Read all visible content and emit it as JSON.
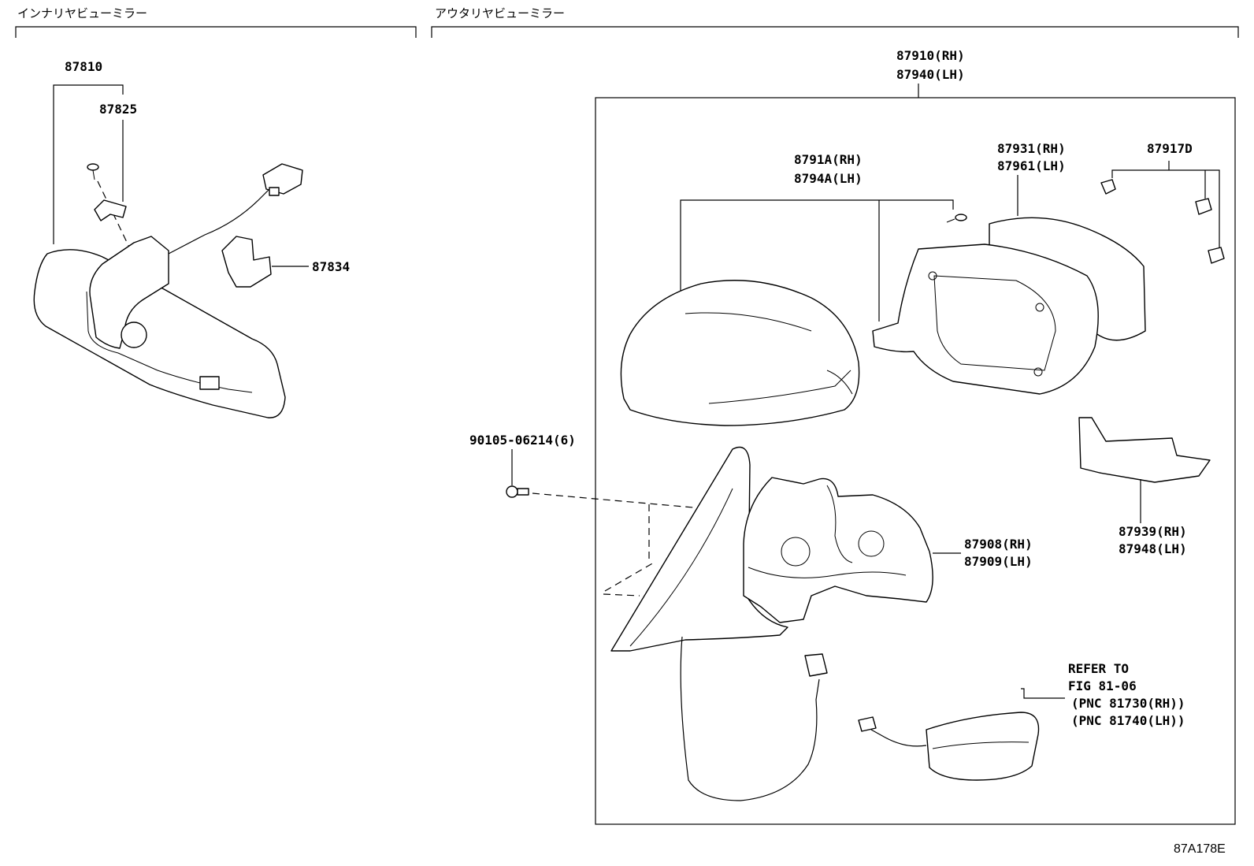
{
  "sections": {
    "inner": "インナリヤビューミラー",
    "outer": "アウタリヤビューミラー"
  },
  "parts": {
    "p87810": "87810",
    "p87825": "87825",
    "p87834": "87834",
    "p87910": "87910(RH)",
    "p87940": "87940(LH)",
    "p8791A": "8791A(RH)",
    "p8794A": "8794A(LH)",
    "p87931": "87931(RH)",
    "p87961": "87961(LH)",
    "p87917D": "87917D",
    "p90105": "90105-06214(6)",
    "p87939": "87939(RH)",
    "p87948": "87948(LH)",
    "p87908": "87908(RH)",
    "p87909": "87909(LH)"
  },
  "refer": {
    "line1": "REFER TO",
    "line2": "FIG 81-06",
    "line3": "(PNC 81730(RH))",
    "line4": "(PNC 81740(LH))"
  },
  "figure_code": "87A178E"
}
